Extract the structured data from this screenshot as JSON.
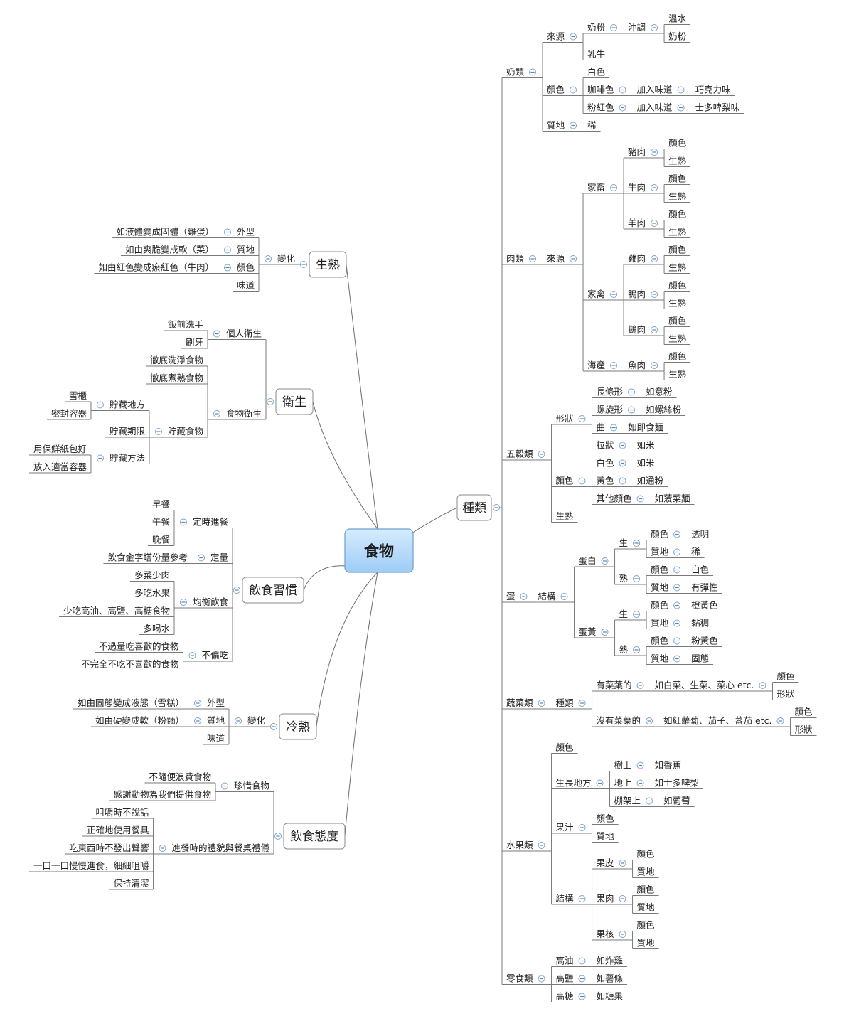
{
  "mindmap": {
    "root": "食物",
    "branches": [
      {
        "label": "種類",
        "side": "right",
        "children": [
          {
            "label": "奶類",
            "children": [
              {
                "label": "來源",
                "children": [
                  {
                    "label": "奶粉",
                    "children": [
                      {
                        "label": "沖調",
                        "children": [
                          {
                            "label": "溫水"
                          },
                          {
                            "label": "奶粉"
                          }
                        ]
                      }
                    ]
                  },
                  {
                    "label": "乳牛"
                  }
                ]
              },
              {
                "label": "顏色",
                "children": [
                  {
                    "label": "白色"
                  },
                  {
                    "label": "咖啡色",
                    "children": [
                      {
                        "label": "加入味道",
                        "children": [
                          {
                            "label": "巧克力味"
                          }
                        ]
                      }
                    ]
                  },
                  {
                    "label": "粉紅色",
                    "children": [
                      {
                        "label": "加入味道",
                        "children": [
                          {
                            "label": "士多啤梨味"
                          }
                        ]
                      }
                    ]
                  }
                ]
              },
              {
                "label": "質地",
                "children": [
                  {
                    "label": "稀"
                  }
                ]
              }
            ]
          },
          {
            "label": "肉類",
            "children": [
              {
                "label": "來源",
                "children": [
                  {
                    "label": "家畜",
                    "children": [
                      {
                        "label": "豬肉",
                        "children": [
                          {
                            "label": "顏色"
                          },
                          {
                            "label": "生熟"
                          }
                        ]
                      },
                      {
                        "label": "牛肉",
                        "children": [
                          {
                            "label": "顏色"
                          },
                          {
                            "label": "生熟"
                          }
                        ]
                      },
                      {
                        "label": "羊肉",
                        "children": [
                          {
                            "label": "顏色"
                          },
                          {
                            "label": "生熟"
                          }
                        ]
                      }
                    ]
                  },
                  {
                    "label": "家禽",
                    "children": [
                      {
                        "label": "雞肉",
                        "children": [
                          {
                            "label": "顏色"
                          },
                          {
                            "label": "生熟"
                          }
                        ]
                      },
                      {
                        "label": "鴨肉",
                        "children": [
                          {
                            "label": "顏色"
                          },
                          {
                            "label": "生熟"
                          }
                        ]
                      },
                      {
                        "label": "鵝肉",
                        "children": [
                          {
                            "label": "顏色"
                          },
                          {
                            "label": "生熟"
                          }
                        ]
                      }
                    ]
                  },
                  {
                    "label": "海產",
                    "children": [
                      {
                        "label": "魚肉",
                        "children": [
                          {
                            "label": "顏色"
                          },
                          {
                            "label": "生熟"
                          }
                        ]
                      }
                    ]
                  }
                ]
              }
            ]
          },
          {
            "label": "五穀類",
            "children": [
              {
                "label": "形狀",
                "children": [
                  {
                    "label": "長條形",
                    "children": [
                      {
                        "label": "如意粉"
                      }
                    ]
                  },
                  {
                    "label": "螺旋形",
                    "children": [
                      {
                        "label": "如螺絲粉"
                      }
                    ]
                  },
                  {
                    "label": "曲",
                    "children": [
                      {
                        "label": "如即食麵"
                      }
                    ]
                  },
                  {
                    "label": "粒狀",
                    "children": [
                      {
                        "label": "如米"
                      }
                    ]
                  }
                ]
              },
              {
                "label": "顏色",
                "children": [
                  {
                    "label": "白色",
                    "children": [
                      {
                        "label": "如米"
                      }
                    ]
                  },
                  {
                    "label": "黃色",
                    "children": [
                      {
                        "label": "如通粉"
                      }
                    ]
                  },
                  {
                    "label": "其他顏色",
                    "children": [
                      {
                        "label": "如菠菜麵"
                      }
                    ]
                  }
                ]
              },
              {
                "label": "生熟"
              }
            ]
          },
          {
            "label": "蛋",
            "children": [
              {
                "label": "結構",
                "children": [
                  {
                    "label": "蛋白",
                    "children": [
                      {
                        "label": "生",
                        "children": [
                          {
                            "label": "顏色",
                            "children": [
                              {
                                "label": "透明"
                              }
                            ]
                          },
                          {
                            "label": "質地",
                            "children": [
                              {
                                "label": "稀"
                              }
                            ]
                          }
                        ]
                      },
                      {
                        "label": "熟",
                        "children": [
                          {
                            "label": "顏色",
                            "children": [
                              {
                                "label": "白色"
                              }
                            ]
                          },
                          {
                            "label": "質地",
                            "children": [
                              {
                                "label": "有彈性"
                              }
                            ]
                          }
                        ]
                      }
                    ]
                  },
                  {
                    "label": "蛋黃",
                    "children": [
                      {
                        "label": "生",
                        "children": [
                          {
                            "label": "顏色",
                            "children": [
                              {
                                "label": "橙黃色"
                              }
                            ]
                          },
                          {
                            "label": "質地",
                            "children": [
                              {
                                "label": "黏稠"
                              }
                            ]
                          }
                        ]
                      },
                      {
                        "label": "熟",
                        "children": [
                          {
                            "label": "顏色",
                            "children": [
                              {
                                "label": "粉黃色"
                              }
                            ]
                          },
                          {
                            "label": "質地",
                            "children": [
                              {
                                "label": "固態"
                              }
                            ]
                          }
                        ]
                      }
                    ]
                  }
                ]
              }
            ]
          },
          {
            "label": "蔬菜類",
            "children": [
              {
                "label": "種類",
                "children": [
                  {
                    "label": "有菜葉的",
                    "children": [
                      {
                        "label": "如白菜、生菜、菜心 etc.",
                        "children": [
                          {
                            "label": "顏色"
                          },
                          {
                            "label": "形狀"
                          }
                        ]
                      }
                    ]
                  },
                  {
                    "label": "沒有菜葉的",
                    "children": [
                      {
                        "label": "如紅蘿蔔、茄子、蕃茄 etc.",
                        "children": [
                          {
                            "label": "顏色"
                          },
                          {
                            "label": "形狀"
                          }
                        ]
                      }
                    ]
                  }
                ]
              }
            ]
          },
          {
            "label": "水果類",
            "children": [
              {
                "label": "顏色"
              },
              {
                "label": "生長地方",
                "children": [
                  {
                    "label": "樹上",
                    "children": [
                      {
                        "label": "如香蕉"
                      }
                    ]
                  },
                  {
                    "label": "地上",
                    "children": [
                      {
                        "label": "如士多啤梨"
                      }
                    ]
                  },
                  {
                    "label": "棚架上",
                    "children": [
                      {
                        "label": "如葡萄"
                      }
                    ]
                  }
                ]
              },
              {
                "label": "果汁",
                "children": [
                  {
                    "label": "顏色"
                  },
                  {
                    "label": "質地"
                  }
                ]
              },
              {
                "label": "結構",
                "children": [
                  {
                    "label": "果皮",
                    "children": [
                      {
                        "label": "顏色"
                      },
                      {
                        "label": "質地"
                      }
                    ]
                  },
                  {
                    "label": "果肉",
                    "children": [
                      {
                        "label": "顏色"
                      },
                      {
                        "label": "質地"
                      }
                    ]
                  },
                  {
                    "label": "果核",
                    "children": [
                      {
                        "label": "顏色"
                      },
                      {
                        "label": "質地"
                      }
                    ]
                  }
                ]
              }
            ]
          },
          {
            "label": "零食類",
            "children": [
              {
                "label": "高油",
                "children": [
                  {
                    "label": "如炸雞"
                  }
                ]
              },
              {
                "label": "高鹽",
                "children": [
                  {
                    "label": "如薯條"
                  }
                ]
              },
              {
                "label": "高糖",
                "children": [
                  {
                    "label": "如糖果"
                  }
                ]
              }
            ]
          }
        ]
      },
      {
        "label": "生熟",
        "side": "left",
        "children": [
          {
            "label": "變化",
            "children": [
              {
                "label": "外型",
                "children": [
                  {
                    "label": "如液體變成固體（雞蛋）"
                  }
                ]
              },
              {
                "label": "質地",
                "children": [
                  {
                    "label": "如由爽脆變成軟（菜）"
                  }
                ]
              },
              {
                "label": "顏色",
                "children": [
                  {
                    "label": "如由紅色變成瘀紅色（牛肉）"
                  }
                ]
              },
              {
                "label": "味道"
              }
            ]
          }
        ]
      },
      {
        "label": "衛生",
        "side": "left",
        "children": [
          {
            "label": "個人衛生",
            "children": [
              {
                "label": "飯前洗手"
              },
              {
                "label": "刷牙"
              }
            ]
          },
          {
            "label": "食物衛生",
            "children": [
              {
                "label": "徹底洗淨食物"
              },
              {
                "label": "徹底煮熟食物"
              },
              {
                "label": "貯藏食物",
                "children": [
                  {
                    "label": "貯藏地方",
                    "children": [
                      {
                        "label": "雪櫃"
                      },
                      {
                        "label": "密封容器"
                      }
                    ]
                  },
                  {
                    "label": "貯藏期限"
                  },
                  {
                    "label": "貯藏方法",
                    "children": [
                      {
                        "label": "用保鮮紙包好"
                      },
                      {
                        "label": "放入適當容器"
                      }
                    ]
                  }
                ]
              }
            ]
          }
        ]
      },
      {
        "label": "飲食習慣",
        "side": "left",
        "children": [
          {
            "label": "定時進餐",
            "children": [
              {
                "label": "早餐"
              },
              {
                "label": "午餐"
              },
              {
                "label": "晚餐"
              }
            ]
          },
          {
            "label": "定量",
            "children": [
              {
                "label": "飲食金字塔份量參考"
              }
            ]
          },
          {
            "label": "均衡飲食",
            "children": [
              {
                "label": "多菜少肉"
              },
              {
                "label": "多吃水果"
              },
              {
                "label": "少吃高油、高鹽、高糖食物"
              },
              {
                "label": "多喝水"
              }
            ]
          },
          {
            "label": "不偏吃",
            "children": [
              {
                "label": "不過量吃喜歡的食物"
              },
              {
                "label": "不完全不吃不喜歡的食物"
              }
            ]
          }
        ]
      },
      {
        "label": "冷熱",
        "side": "left",
        "children": [
          {
            "label": "變化",
            "children": [
              {
                "label": "外型",
                "children": [
                  {
                    "label": "如由固態變成液態（雪糕）"
                  }
                ]
              },
              {
                "label": "質地",
                "children": [
                  {
                    "label": "如由硬變成軟（粉麵）"
                  }
                ]
              },
              {
                "label": "味道"
              }
            ]
          }
        ]
      },
      {
        "label": "飲食態度",
        "side": "left",
        "children": [
          {
            "label": "珍惜食物",
            "children": [
              {
                "label": "不隨便浪費食物"
              },
              {
                "label": "感謝動物為我們提供食物"
              }
            ]
          },
          {
            "label": "進餐時的禮貌與餐桌禮儀",
            "children": [
              {
                "label": "咀嚼時不說話"
              },
              {
                "label": "正確地使用餐具"
              },
              {
                "label": "吃東西時不發出聲響"
              },
              {
                "label": "一口一口慢慢進食，細細咀嚼"
              },
              {
                "label": "保持清潔"
              }
            ]
          }
        ]
      }
    ]
  }
}
